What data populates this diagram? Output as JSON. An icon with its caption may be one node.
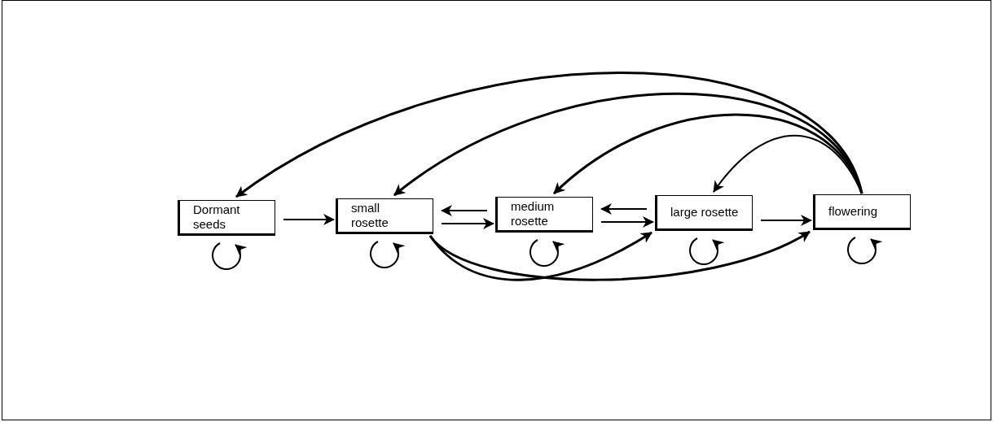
{
  "diagram": {
    "nodes": [
      {
        "text": [
          "Dormant seeds"
        ]
      },
      {
        "text": [
          "small rosette"
        ]
      },
      {
        "text": [
          "medium rosette"
        ]
      },
      {
        "text": [
          "large rosette"
        ]
      },
      {
        "text": [
          "flowering"
        ]
      }
    ],
    "edges": [
      {
        "from": 0,
        "to": 1,
        "arrow": "to"
      },
      {
        "from": 2,
        "to": 1,
        "arrow": "to"
      },
      {
        "from": 1,
        "to": 2,
        "arrow": "to"
      },
      {
        "from": 3,
        "to": 2,
        "arrow": "to"
      },
      {
        "from": 2,
        "to": 3,
        "arrow": "to"
      },
      {
        "from": 3,
        "to": 4,
        "arrow": "to"
      },
      {
        "from": 0,
        "to": 0,
        "arrow": "to"
      },
      {
        "from": 1,
        "to": 1,
        "arrow": "to"
      },
      {
        "from": 2,
        "to": 2,
        "arrow": "to"
      },
      {
        "from": 3,
        "to": 3,
        "arrow": "to"
      },
      {
        "from": 4,
        "to": 4,
        "arrow": "to"
      },
      {
        "from": 4,
        "to": 0,
        "arrow": "to"
      },
      {
        "from": 4,
        "to": 1,
        "arrow": "to"
      },
      {
        "from": 4,
        "to": 2,
        "arrow": "to"
      },
      {
        "from": 4,
        "to": 3,
        "arrow": "to"
      },
      {
        "from": 1,
        "to": 3,
        "arrow": "to"
      },
      {
        "from": 1,
        "to": 4,
        "arrow": "to"
      }
    ]
  }
}
